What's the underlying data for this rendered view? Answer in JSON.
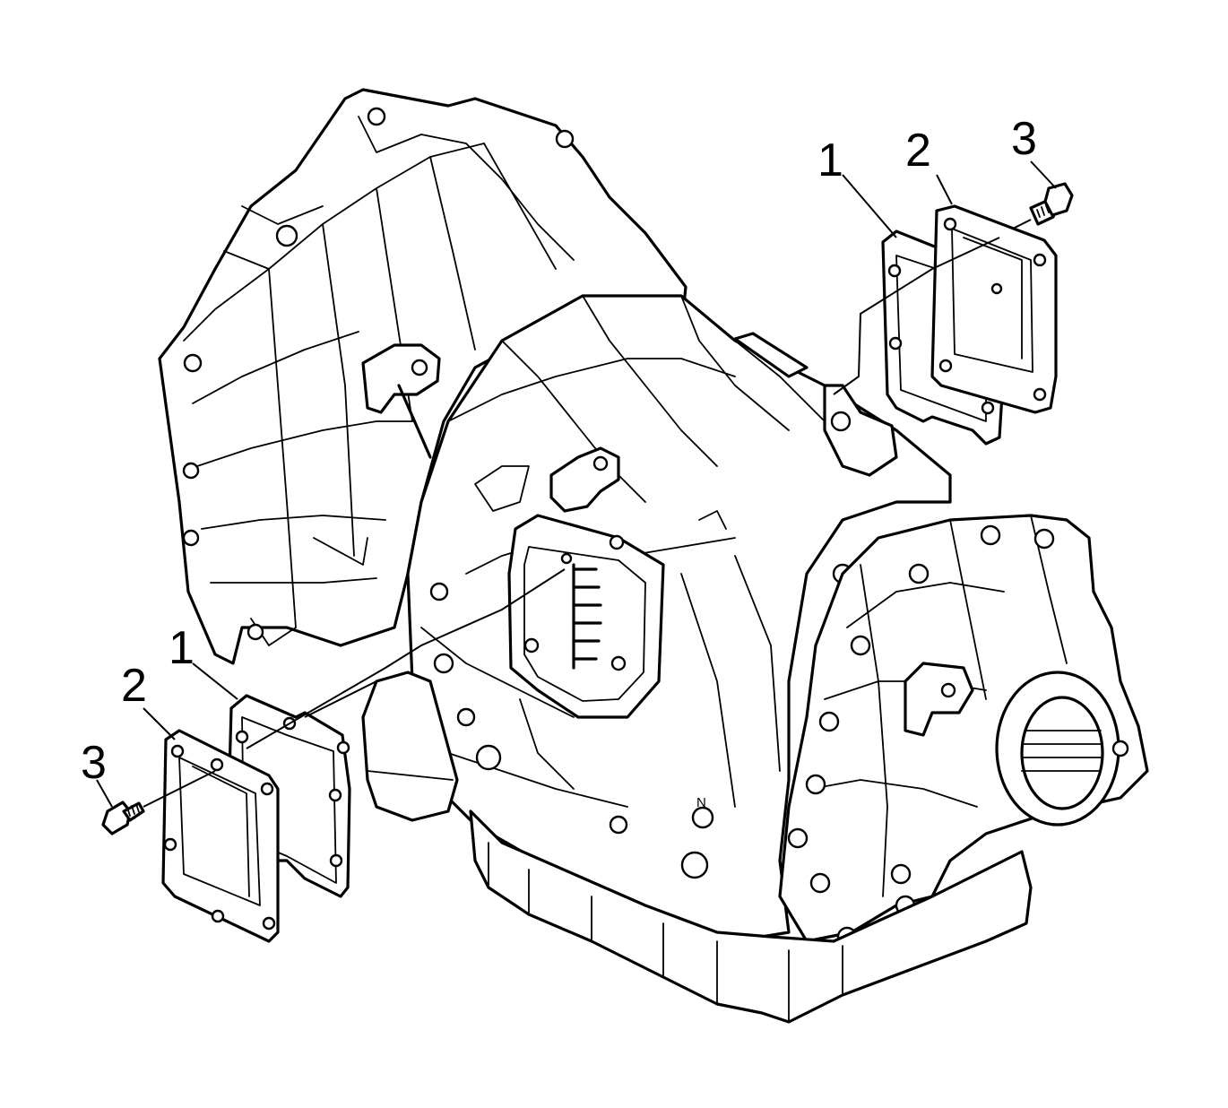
{
  "diagram": {
    "callouts": [
      {
        "id": "upper-1",
        "label": "1"
      },
      {
        "id": "upper-2",
        "label": "2"
      },
      {
        "id": "upper-3",
        "label": "3"
      },
      {
        "id": "lower-1",
        "label": "1"
      },
      {
        "id": "lower-2",
        "label": "2"
      },
      {
        "id": "lower-3",
        "label": "3"
      }
    ],
    "case_marking": "N"
  }
}
